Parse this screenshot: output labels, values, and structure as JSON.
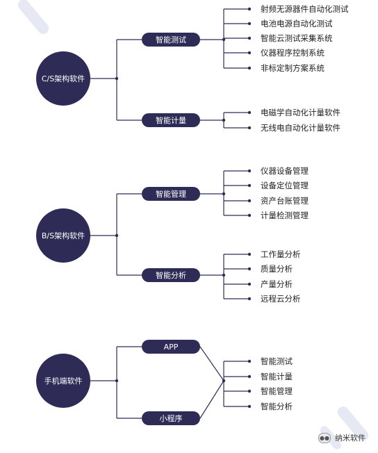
{
  "groups": [
    {
      "label": "C/S架构软件",
      "branches": [
        {
          "label": "智能测试",
          "items": [
            "射频无源器件自动化测试",
            "电池电源自动化测试",
            "智能云测试采集系统",
            "仪器程序控制系统",
            "非标定制方案系统"
          ]
        },
        {
          "label": "智能计量",
          "items": [
            "电磁学自动化计量软件",
            "无线电自动化计量软件"
          ]
        }
      ]
    },
    {
      "label": "B/S架构软件",
      "branches": [
        {
          "label": "智能管理",
          "items": [
            "仪器设备管理",
            "设备定位管理",
            "资产台账管理",
            "计量检测管理"
          ]
        },
        {
          "label": "智能分析",
          "items": [
            "工作量分析",
            "质量分析",
            "产量分析",
            "远程云分析"
          ]
        }
      ]
    },
    {
      "label": "手机端软件",
      "platforms": [
        "APP",
        "小程序"
      ],
      "items": [
        "智能测试",
        "智能计量",
        "智能管理",
        "智能分析"
      ]
    }
  ],
  "watermark": {
    "text": "纳米软件",
    "icon": "wechat-icon"
  },
  "colors": {
    "node": "#2e2c57",
    "line": "#2e2c57"
  }
}
